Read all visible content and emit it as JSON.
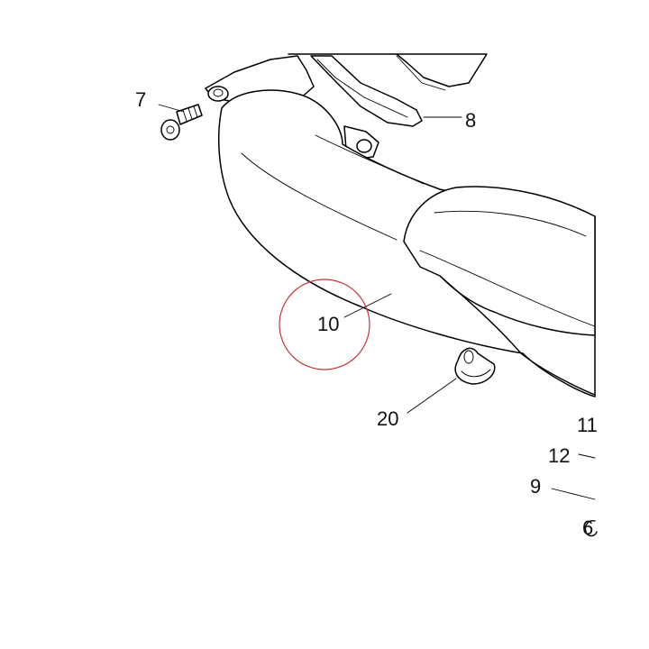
{
  "callouts": {
    "bolt": "7",
    "gasket": "8",
    "muffler": "10",
    "clamp": "20",
    "part_11": "11",
    "part_12": "12",
    "part_9": "9",
    "part_6_partial": "6"
  },
  "colors": {
    "highlight_circle": "#c8323c",
    "line": "#000000",
    "background": "#ffffff"
  }
}
